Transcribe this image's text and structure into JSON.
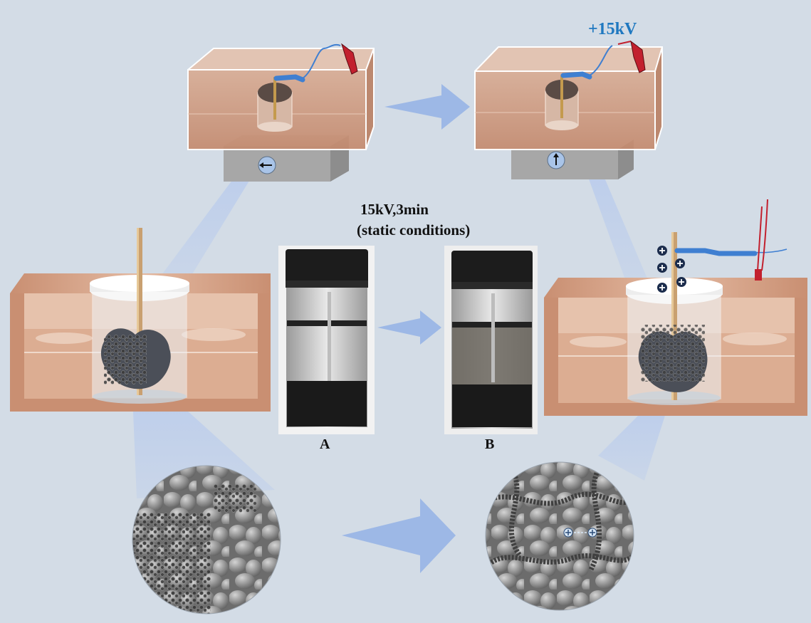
{
  "labels": {
    "voltage": "+15kV",
    "condition_line1": "15kV,3min",
    "condition_line2": "(static conditions)",
    "photo_a": "A",
    "photo_b": "B"
  },
  "colors": {
    "background": "#d3dce6",
    "arrow": "#9db8e6",
    "tank_fill": "#c98f72",
    "voltage_text": "#1f78c0",
    "clip_red": "#c2202e",
    "wire_blue": "#3f7fd1"
  },
  "icons": {
    "stirrer_left": "arrow-left-icon",
    "stirrer_right": "arrow-up-icon",
    "charge": "plus-charge-icon"
  }
}
